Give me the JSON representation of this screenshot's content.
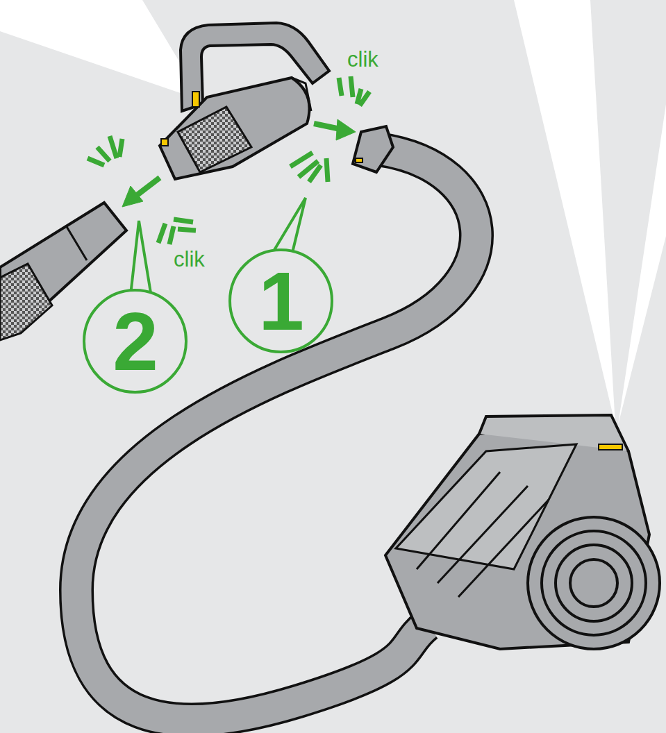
{
  "diagram": {
    "nodes": [
      {
        "text": [
          "1"
        ]
      },
      {
        "text": [
          "2"
        ]
      }
    ],
    "labels": [
      "clik",
      "clik"
    ]
  }
}
